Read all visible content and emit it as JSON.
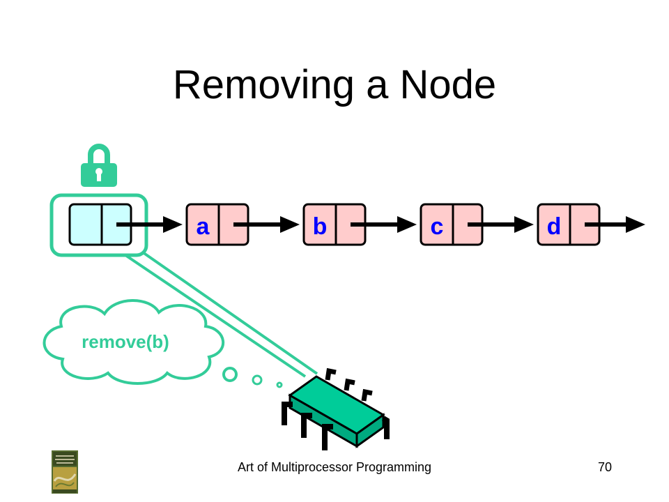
{
  "slide": {
    "title": "Removing a Node",
    "footer": "Art of Multiprocessor Programming",
    "page_number": "70"
  },
  "diagram": {
    "nodes": [
      "a",
      "b",
      "c",
      "d"
    ],
    "thought": "remove(b)"
  },
  "colors": {
    "node_fill": "#ffcccc",
    "head_fill": "#ccffff",
    "node_label": "#0000ff",
    "accent": "#33cc99",
    "chip": "#00cc99"
  },
  "icons": [
    "lock-icon",
    "book-cover-thumbnail",
    "processor-chip-icon",
    "thought-cloud"
  ]
}
